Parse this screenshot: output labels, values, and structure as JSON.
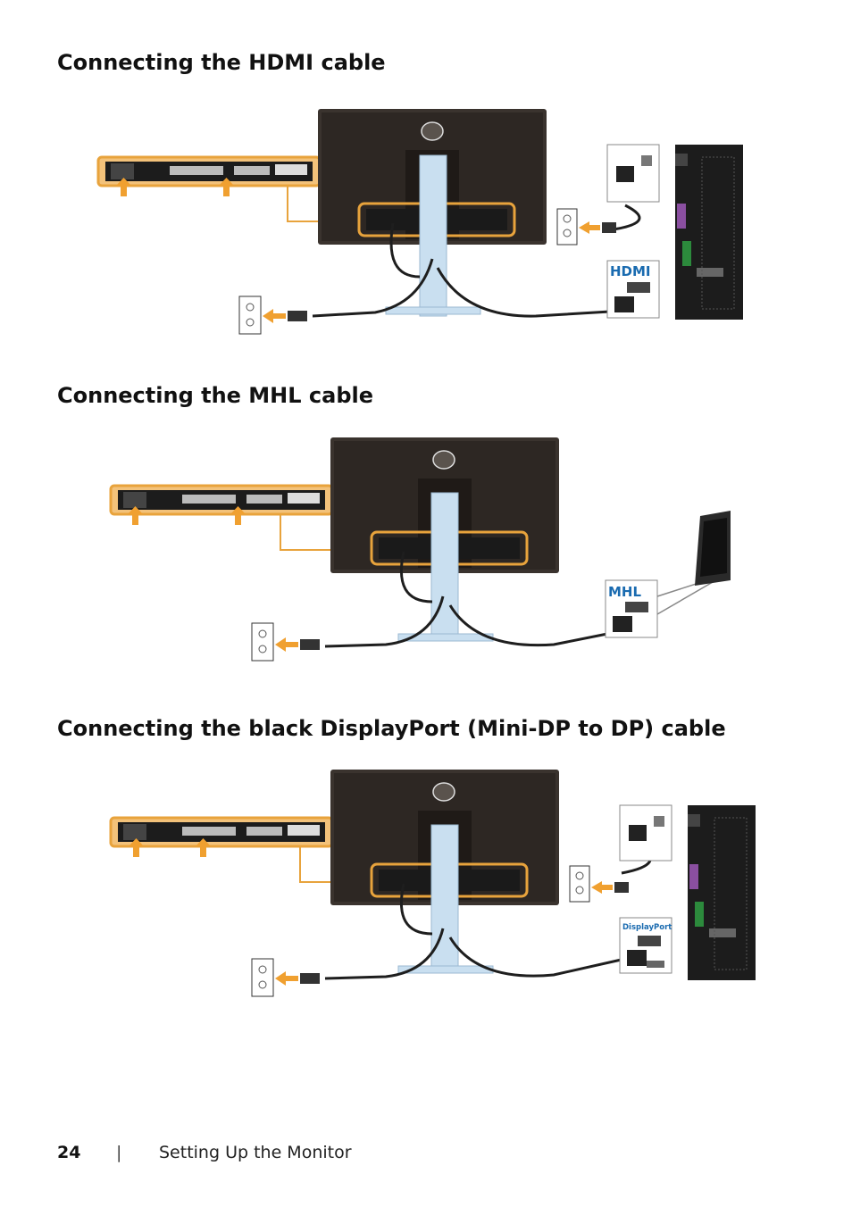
{
  "sections": [
    {
      "title": "Connecting the HDMI cable",
      "connector_label": "HDMI"
    },
    {
      "title": "Connecting the MHL cable",
      "connector_label": "MHL"
    },
    {
      "title": "Connecting the black DisplayPort (Mini-DP to DP) cable",
      "connector_label": "DisplayPort"
    }
  ],
  "footer": {
    "page_number": "24",
    "separator": "|",
    "section_title": "Setting Up the Monitor"
  },
  "colors": {
    "highlight": "#e8a33c",
    "arrow": "#f0a030",
    "bezel": "#3a332e",
    "stand": "#c9dff0",
    "cable": "#1e1e1e",
    "hdmi_label": "#1a6bb0"
  }
}
